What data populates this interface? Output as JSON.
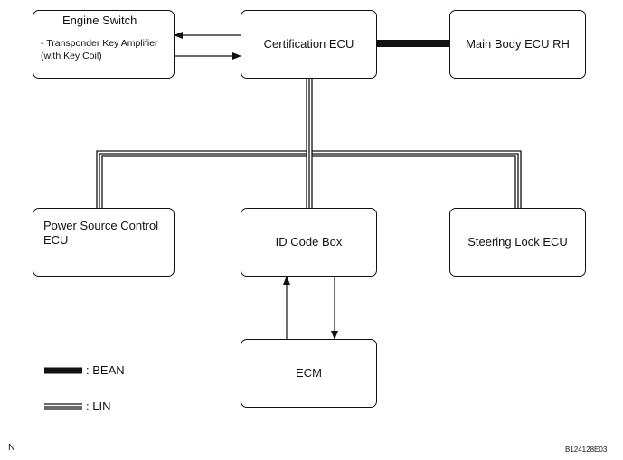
{
  "engine_switch": {
    "title": "Engine Switch",
    "detail_line1": "- Transponder Key Amplifier",
    "detail_line2": "(with Key Coil)"
  },
  "certification_ecu": {
    "label": "Certification ECU"
  },
  "main_body_ecu": {
    "label": "Main Body ECU RH"
  },
  "power_source_ecu": {
    "line1": "Power Source Control",
    "line2": "ECU"
  },
  "id_code_box": {
    "label": "ID Code Box"
  },
  "steering_lock_ecu": {
    "label": "Steering Lock ECU"
  },
  "ecm": {
    "label": "ECM"
  },
  "legend": {
    "bean_label": ":  BEAN",
    "lin_label": ":  LIN"
  },
  "footer": {
    "left_code": "N",
    "right_code": "B124128E03"
  }
}
